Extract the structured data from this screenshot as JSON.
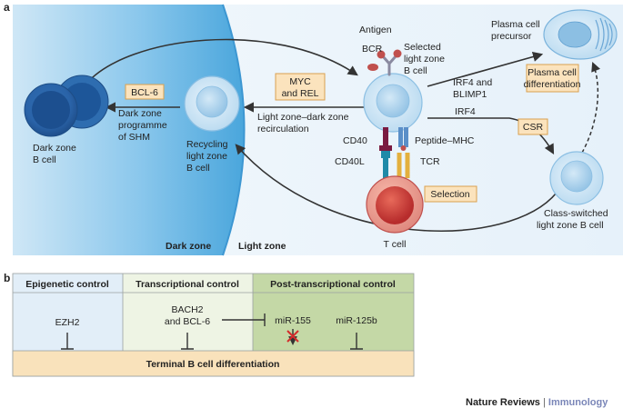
{
  "panel_a": {
    "letter": "a",
    "zones": {
      "dark": "Dark zone",
      "light": "Light zone"
    },
    "cells": {
      "dark_zone_b_cell": [
        "Dark zone",
        "B cell"
      ],
      "recycling_b_cell": [
        "Recycling",
        "light zone",
        "B cell"
      ],
      "selected_b_cell": [
        "Selected",
        "light zone",
        "B cell"
      ],
      "plasma_precursor": [
        "Plasma cell",
        "precursor"
      ],
      "class_switched": [
        "Class-switched",
        "light zone B cell"
      ],
      "t_cell": "T cell"
    },
    "molecules": {
      "antigen": "Antigen",
      "bcr": "BCR",
      "cd40": "CD40",
      "cd40l": "CD40L",
      "peptide_mhc": "Peptide–MHC",
      "tcr": "TCR"
    },
    "boxes": {
      "bcl6": "BCL-6",
      "myc_rel": [
        "MYC",
        "and REL"
      ],
      "plasma_diff": [
        "Plasma cell",
        "differentiation"
      ],
      "csr": "CSR",
      "selection": "Selection"
    },
    "labels": {
      "shm": [
        "Dark zone",
        "programme",
        "of SHM"
      ],
      "recirculation": [
        "Light zone–dark zone",
        "recirculation"
      ],
      "irf4_blimp1": [
        "IRF4 and",
        "BLIMP1"
      ],
      "irf4": "IRF4"
    }
  },
  "panel_b": {
    "letter": "b",
    "columns": [
      {
        "header": "Epigenetic control",
        "items": [
          "EZH2"
        ]
      },
      {
        "header": "Transcriptional control",
        "items": [
          "BACH2",
          "and BCL-6"
        ]
      },
      {
        "header": "Post-transcriptional control",
        "items": [
          "miR-155",
          "miR-125b"
        ]
      }
    ],
    "footer_bar": "Terminal B cell differentiation"
  },
  "credit": {
    "publisher": "Nature Reviews",
    "separator": "|",
    "journal": "Immunology"
  },
  "colors": {
    "dark_zone": "#5fb0df",
    "light_zone": "#e8f2fa",
    "box_fill": "#fbe3bd",
    "box_stroke": "#d9a050",
    "b_cell": "#3c86c6",
    "t_cell": "#c83a3a",
    "epigenetic_bg": "#e2eef8",
    "transcriptional_bg": "#eef4e4",
    "post_transcriptional_bg": "#c4d8a6",
    "bar_bg": "#f9e2bb"
  }
}
